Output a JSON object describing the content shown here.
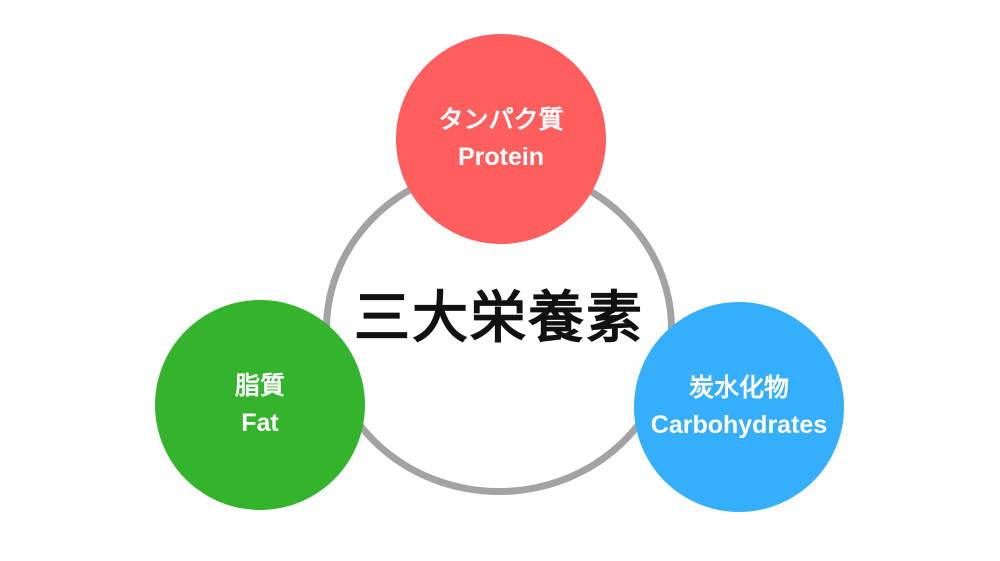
{
  "title": "三大栄養素",
  "nodes": {
    "protein": {
      "jp": "タンパク質",
      "en": "Protein",
      "color": "#fe5e5e"
    },
    "fat": {
      "jp": "脂質",
      "en": "Fat",
      "color": "#34b32d"
    },
    "carbs": {
      "jp": "炭水化物",
      "en": "Carbohydrates",
      "color": "#35aefb"
    }
  },
  "colors": {
    "ring": "#a3a3a3",
    "title_text": "#111111",
    "node_text": "#ffffff",
    "background": "#ffffff"
  }
}
